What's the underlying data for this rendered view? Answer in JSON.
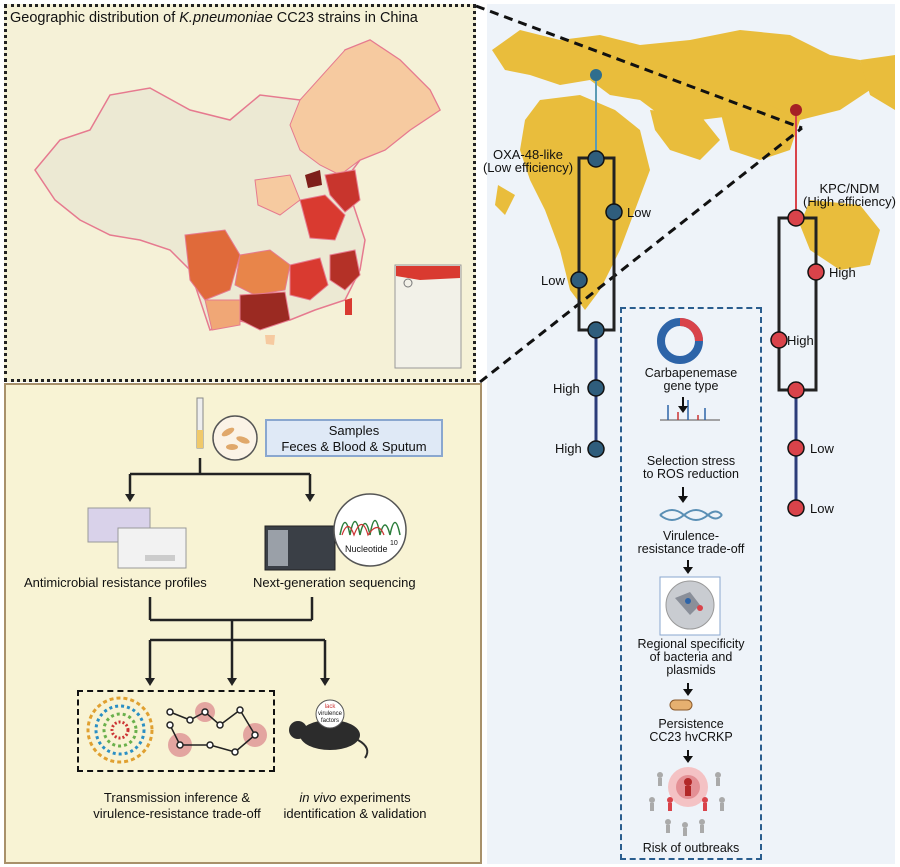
{
  "map": {
    "title_prefix": "Geographic distribution of ",
    "title_species": "K.pneumoniae",
    "title_suffix": " CC23 strains in China"
  },
  "samples": {
    "title": "Samples",
    "subtitle": "Feces & Blood & Sputum"
  },
  "methods": {
    "amr": "Antimicrobial resistance profiles",
    "ngs": "Next-generation sequencing",
    "nucleotide": "Nucleotide",
    "nucleotide_sub": "10",
    "lack_label": "lack",
    "virulence_label": "virulence",
    "factors_label": "factors",
    "transmission_line1": "Transmission inference &",
    "transmission_line2": "virulence-resistance trade-off",
    "invivo_italic": "in vivo",
    "invivo_line1_rest": " experiments",
    "invivo_line2": "identification & validation"
  },
  "left_lineage": {
    "label_line1": "OXA-48-like",
    "label_line2": "(Low efficiency)",
    "node_labels": [
      "Low",
      "Low",
      "High",
      "High"
    ]
  },
  "right_lineage": {
    "label_line1": "KPC/NDM",
    "label_line2": "(High efficiency)",
    "node_labels": [
      "High",
      "High",
      "Low",
      "Low"
    ]
  },
  "flow": {
    "gene_line1": "Carbapenemase",
    "gene_line2": "gene type",
    "stress_line1": "Selection stress",
    "stress_line2": "to ROS reduction",
    "tradeoff_line1": "Virulence-",
    "tradeoff_line2": "resistance trade-off",
    "regional_line1": "Regional specificity",
    "regional_line2": "of bacteria and",
    "regional_line3": "plasmids",
    "persist_line1": "Persistence",
    "persist_line2": "CC23 hvCRKP",
    "risk": "Risk of outbreaks"
  },
  "colors": {
    "left_node": "#2f5d7c",
    "right_node": "#d9434a",
    "continent": "#e9bd3c",
    "map_dark": "#9b2a22",
    "map_mid": "#e06a3a",
    "map_light": "#f6caa0",
    "flow_border": "#2a5d8e"
  }
}
